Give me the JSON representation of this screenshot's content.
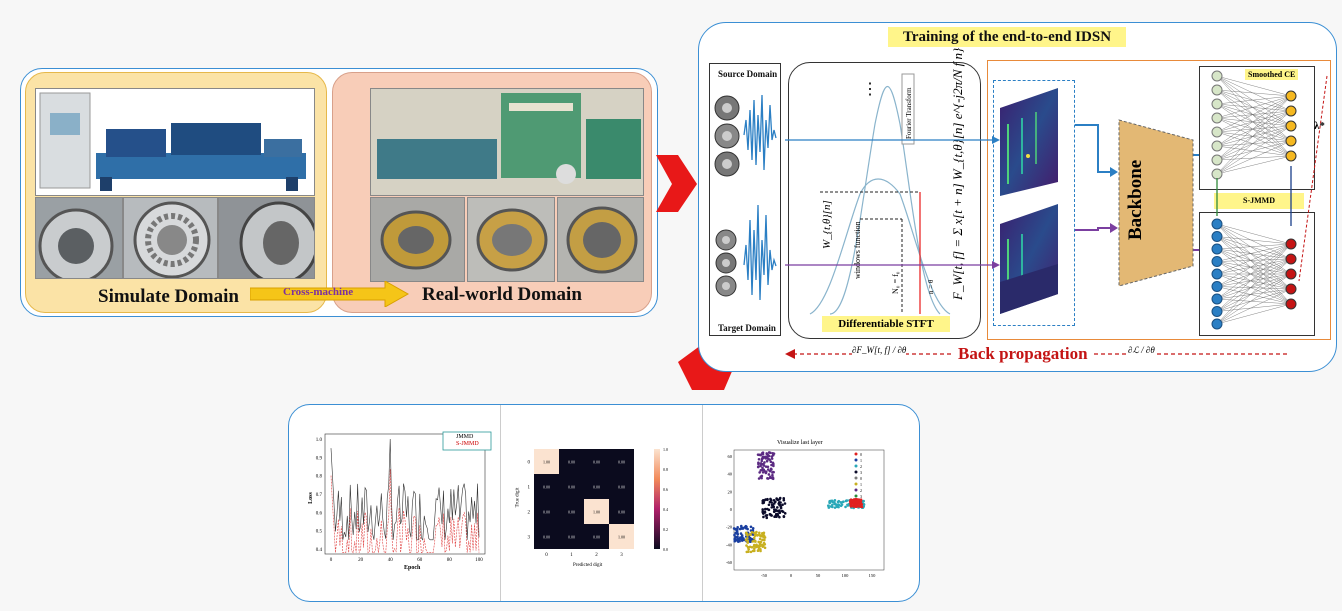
{
  "left_panel": {
    "simulate_label": "Simulate Domain",
    "real_label": "Real-world Domain",
    "arrow_label": "Cross-machine"
  },
  "training_panel": {
    "title": "Training of the end-to-end IDSN",
    "source_domain": "Source Domain",
    "target_domain": "Target Domain",
    "stft_label": "Differentiable STFT",
    "fourier_label": "Fourier Transform",
    "window_label": "W_{t,θ}[n]",
    "window_function": "windows function",
    "n_equals": "N₀ = f₀",
    "n_theta": "n = θ",
    "formula": "F_W[t, f] = Σ x[t + n] W_{t,θ}[n] e^{-j2π/N f n}",
    "backbone_label": "Backbone",
    "smoothed_ce": "Smoothed CE",
    "sjmmd": "S-JMMD",
    "lambda": "λ*",
    "back_propagation": "Back propagation",
    "grad_left": "∂F_W[t, f] / ∂θ",
    "grad_right": "∂ℒ / ∂θ"
  },
  "colors": {
    "panel_border": "#3b8fd4",
    "simulate_fill": "#fbe3a6",
    "real_fill": "#f8cdb8",
    "red_arrow": "#e81818",
    "backbone_fill": "#e3b874",
    "orange_border": "#e88a3a",
    "signal_blue": "#2b7fc4"
  },
  "bottom_panel": {
    "loss_chart": {
      "legend": [
        "JMMD",
        "S-JMMD"
      ],
      "xlabel": "Epoch",
      "ylabel": "Loss",
      "yticks": [
        "1.0",
        "0.9",
        "0.8",
        "0.7",
        "0.6",
        "0.5",
        "0.4"
      ],
      "xticks": [
        "0",
        "20",
        "40",
        "60",
        "80",
        "100"
      ]
    },
    "confusion_matrix": {
      "xlabel": "Predicted digit",
      "ylabel": "True digit",
      "xticks": [
        "0",
        "1",
        "2",
        "3"
      ],
      "yticks": [
        "0",
        "1",
        "2",
        "3"
      ],
      "cells": [
        [
          "1.00",
          "0.00",
          "0.00",
          "0.00"
        ],
        [
          "0.00",
          "0.00",
          "0.00",
          "0.00"
        ],
        [
          "0.00",
          "0.00",
          "1.00",
          "0.00"
        ],
        [
          "0.00",
          "0.00",
          "0.00",
          "1.00"
        ]
      ],
      "colorbar_ticks": [
        "1.0",
        "0.8",
        "0.6",
        "0.4",
        "0.2",
        "0.0"
      ]
    },
    "tsne": {
      "title": "Visualize last layer",
      "legend": [
        "0",
        "1",
        "2",
        "3",
        "0",
        "1",
        "2",
        "3"
      ],
      "xticks": [
        "-50",
        "0",
        "50",
        "100",
        "150"
      ],
      "yticks": [
        "60",
        "40",
        "20",
        "0",
        "-20",
        "-40",
        "-60"
      ]
    }
  }
}
